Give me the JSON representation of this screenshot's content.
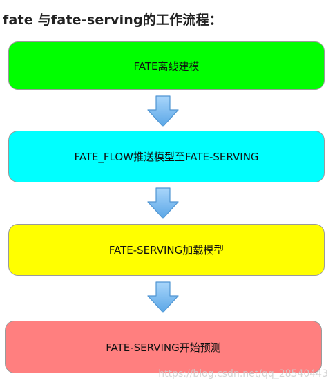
{
  "heading": "fate 与fate-serving的工作流程：",
  "steps": [
    {
      "label": "FATE离线建模",
      "color": "#00ff00"
    },
    {
      "label": "FATE_FLOW推送模型至FATE-SERVING",
      "color": "#00ffff"
    },
    {
      "label": "FATE-SERVING加载模型",
      "color": "#ffff00"
    },
    {
      "label": "FATE-SERVING开始预测",
      "color": "#ff7f7f"
    }
  ],
  "arrow_icon": "down-arrow-icon",
  "arrow_color": "#79b9ef",
  "watermark": "https://blog.csdn.net/qq_28540443"
}
